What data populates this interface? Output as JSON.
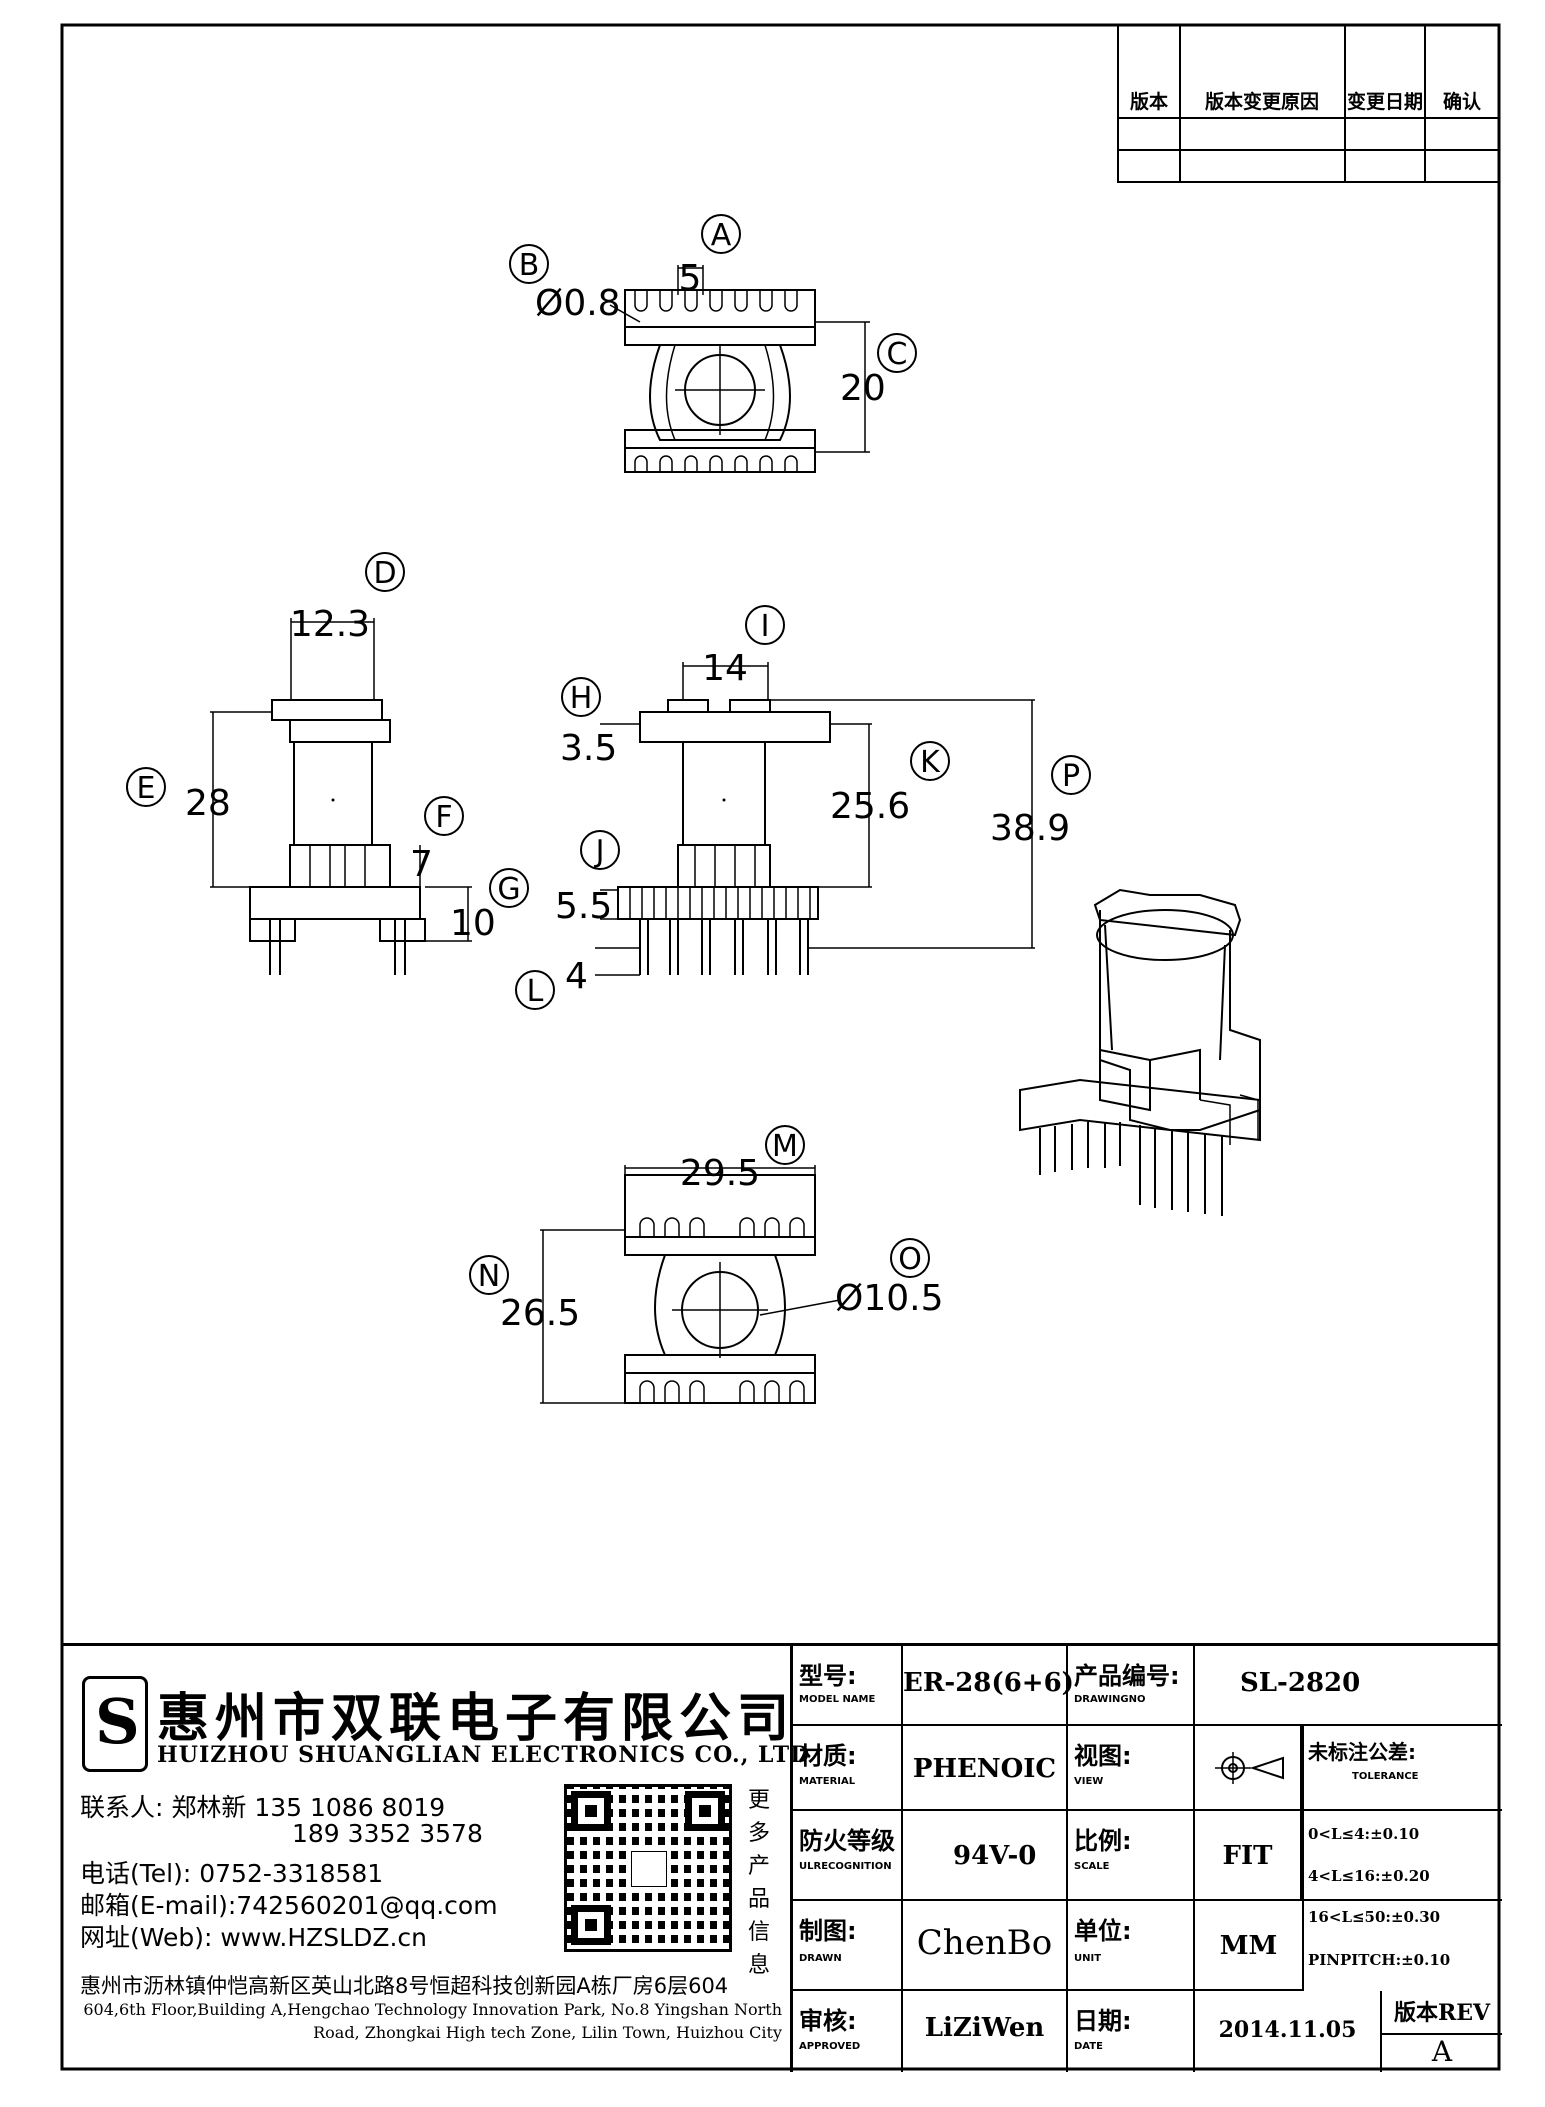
{
  "revision_table": {
    "headers": [
      "版本",
      "版本变更原因",
      "变更日期",
      "确认"
    ]
  },
  "dimensions": {
    "top_view": {
      "pin_dia": "Ø0.8",
      "pitch": "5",
      "row_span": "20"
    },
    "side_view": {
      "flange_width": "12.3",
      "height": "28",
      "slot": "7",
      "base": "10"
    },
    "front_view": {
      "width": "14",
      "flange_thk": "3.5",
      "body_h": "25.6",
      "total_h": "38.9",
      "base_h": "5.5",
      "pin_len": "4"
    },
    "bottom_view": {
      "width": "29.5",
      "depth": "26.5",
      "core_dia": "Ø10.5"
    }
  },
  "callouts": [
    "A",
    "B",
    "C",
    "D",
    "E",
    "F",
    "G",
    "H",
    "I",
    "J",
    "K",
    "L",
    "M",
    "N",
    "O",
    "P"
  ],
  "company": {
    "name_cn": "惠州市双联电子有限公司",
    "name_en": "HUIZHOU SHUANGLIAN ELECTRONICS CO., LTD",
    "contact_line1": "联系人: 郑林新  135 1086 8019",
    "contact_line2": "189 3352 3578",
    "tel": "电话(Tel): 0752-3318581",
    "email": "邮箱(E-mail):742560201@qq.com",
    "web": "网址(Web): www.HZSLDZ.cn",
    "qr_side": [
      "更",
      "多",
      "产",
      "品",
      "信",
      "息"
    ],
    "address_cn": "惠州市沥林镇仲恺高新区英山北路8号恒超科技创新园A栋厂房6层604",
    "address_en_line1": "604,6th Floor,Building A,Hengchao Technology Innovation Park, No.8 Yingshan North",
    "address_en_line2": "Road, Zhongkai High tech Zone, Lilin Town, Huizhou City"
  },
  "specs": {
    "model_label": "型号:",
    "model_sub": "MODEL NAME",
    "model": "ER-28(6+6)",
    "drawno_label": "产品编号:",
    "drawno_sub": "DRAWINGNO",
    "drawno": "SL-2820",
    "material_label": "材质:",
    "material_sub": "MATERIAL",
    "material": "PHENOIC",
    "view_label": "视图:",
    "view_sub": "VIEW",
    "tolerance_label": "未标注公差:",
    "tolerance_sub": "TOLERANCE",
    "tol1": "0<L≤4:±0.10",
    "tol2": "4<L≤16:±0.20",
    "tol3": "16<L≤50:±0.30",
    "tol4": "PINPITCH:±0.10",
    "flame_label": "防火等级",
    "flame_sub": "ULRECOGNITION",
    "flame": "94V-0",
    "scale_label": "比例:",
    "scale_sub": "SCALE",
    "scale": "FIT",
    "drawn_label": "制图:",
    "drawn_sub": "DRAWN",
    "drawn": "ChenBo",
    "unit_label": "单位:",
    "unit_sub": "UNIT",
    "unit": "MM",
    "approved_label": "审核:",
    "approved_sub": "APPROVED",
    "approved": "LiZiWen",
    "date_label": "日期:",
    "date_sub": "DATE",
    "date": "2014.11.05",
    "rev_label": "版本REV",
    "rev": "A"
  }
}
